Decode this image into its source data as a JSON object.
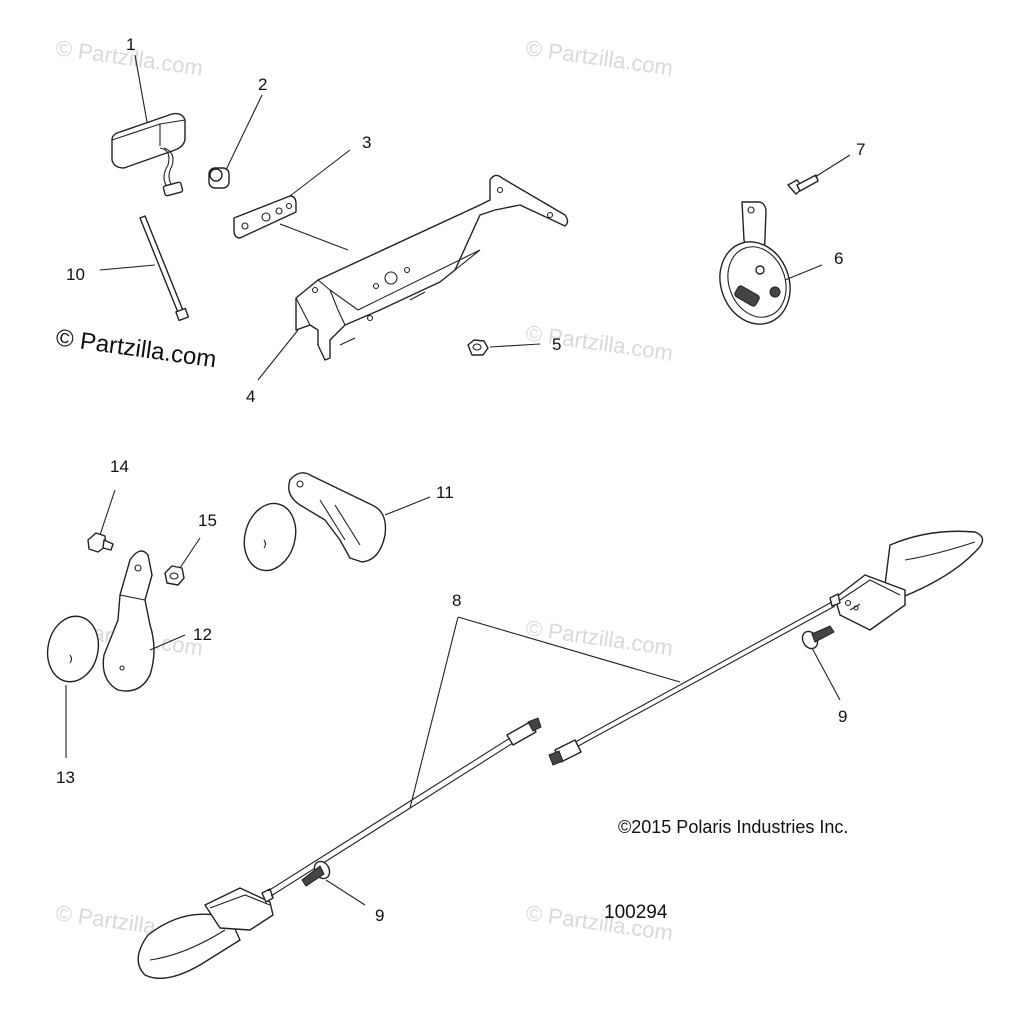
{
  "diagram": {
    "figure_number": "100294",
    "copyright": "©2015 Polaris Industries Inc.",
    "watermark_main": "© Partzilla.com",
    "watermark_faint": "© Partzilla.com",
    "callouts": {
      "c1": "1",
      "c2": "2",
      "c3": "3",
      "c4": "4",
      "c5": "5",
      "c6": "6",
      "c7": "7",
      "c8": "8",
      "c9a": "9",
      "c9b": "9",
      "c10": "10",
      "c11": "11",
      "c12": "12",
      "c13": "13",
      "c14": "14",
      "c15": "15"
    }
  }
}
